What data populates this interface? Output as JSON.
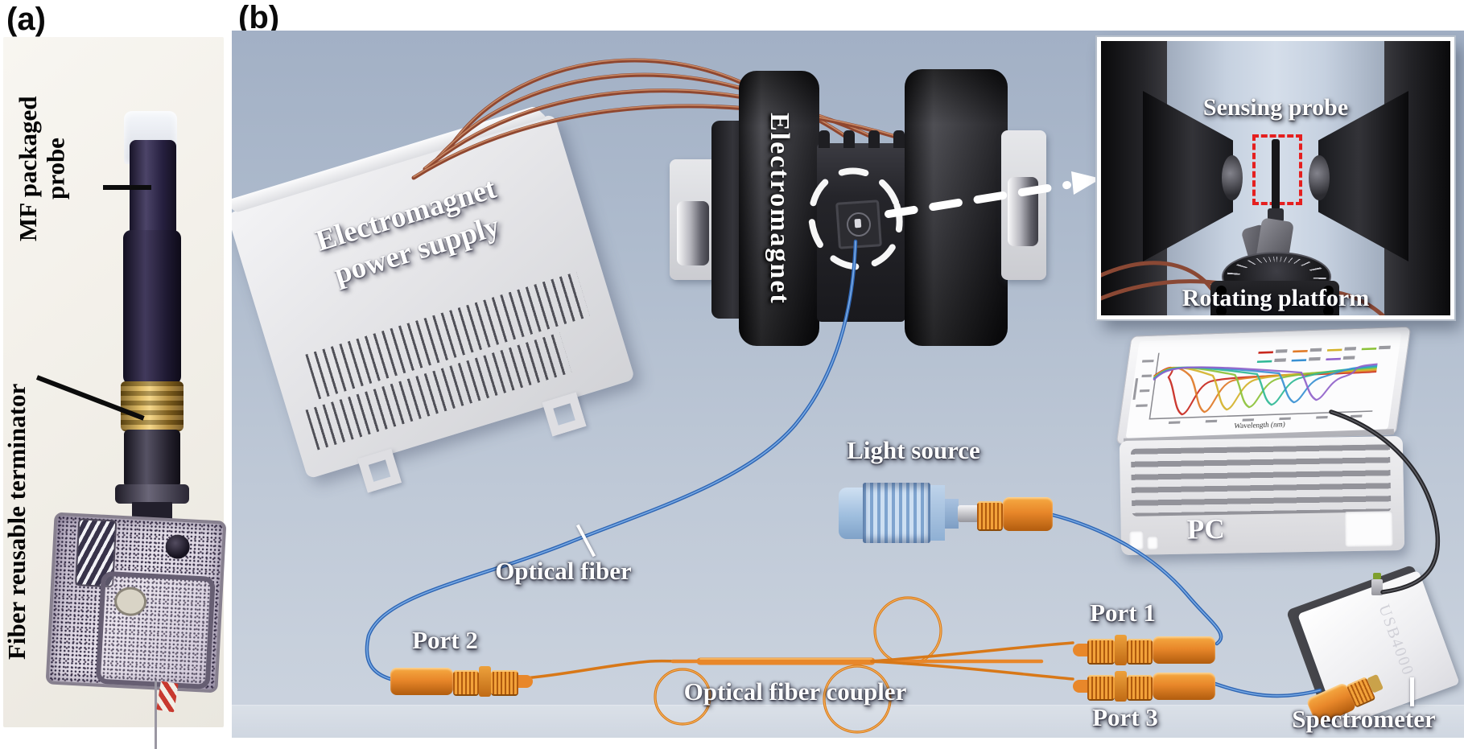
{
  "figure": {
    "panel_a_label": "(a)",
    "panel_b_label": "(b)"
  },
  "panel_a": {
    "annotation_probe": "MF packaged\nprobe",
    "annotation_terminator": "Fiber reusable terminator"
  },
  "panel_b": {
    "power_supply_label": "Electromagnet\npower supply",
    "electromagnet_label": "Electromagnet",
    "inset": {
      "sensing_probe_label": "Sensing probe",
      "rotating_platform_label": "Rotating platform"
    },
    "light_source_label": "Light source",
    "optical_fiber_label": "Optical fiber",
    "coupler_label": "Optical fiber coupler",
    "port1_label": "Port 1",
    "port2_label": "Port 2",
    "port3_label": "Port 3",
    "pc_label": "PC",
    "spectrometer_label": "Spectrometer",
    "spectrometer_model": "USB4000",
    "screen_chart": {
      "type": "line",
      "xlabel": "Wavelength (nm)",
      "series_colors": [
        "#c8281e",
        "#e07a28",
        "#d4b22a",
        "#8cc23a",
        "#30b896",
        "#3890d2",
        "#9062ca"
      ],
      "description": "Transmission spectra with resonance dips shifting to longer wavelengths"
    },
    "colors": {
      "background_top": "#a2b0c5",
      "background_bottom": "#ccd4df",
      "copper_wire": "#8f4730",
      "fiber_blue": "#3f7fd4",
      "connector_orange": "#e8872a",
      "magnet_black": "#1d1d20",
      "chassis_white": "#e9e9ec",
      "highlight_red": "#e51f1f"
    }
  }
}
